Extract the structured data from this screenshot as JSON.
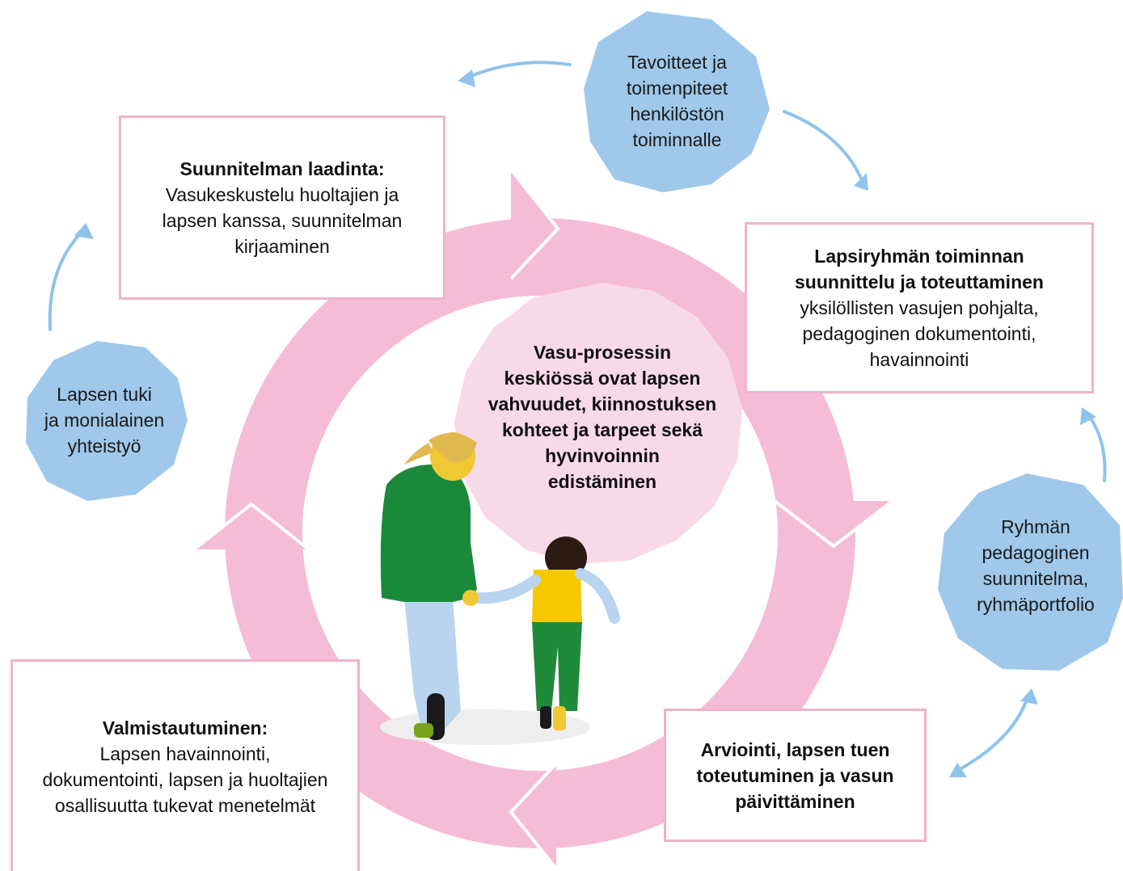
{
  "boxes": {
    "suunnitelma": {
      "title": "Suunnitelman laadinta:",
      "lines": [
        "Vasukeskustelu huoltajien ja",
        "lapsen kanssa, suunnitelman",
        "kirjaaminen"
      ]
    },
    "lapsiryhma": {
      "title_lines": [
        "Lapsiryhmän toiminnan",
        "suunnittelu ja toteuttaminen"
      ],
      "lines": [
        "yksilöllisten vasujen pohjalta,",
        "pedagoginen dokumentointi,",
        "havainnointi"
      ]
    },
    "arviointi": {
      "title_lines": [
        "Arviointi, lapsen tuen",
        "toteutuminen ja vasun",
        "päivittäminen"
      ]
    },
    "valmistautuminen": {
      "title": "Valmistautuminen:",
      "lines": [
        "Lapsen havainnointi,",
        "dokumentointi, lapsen ja huoltajien",
        "osallisuutta tukevat menetelmät"
      ]
    }
  },
  "blobs": {
    "tavoitteet": [
      "Tavoitteet ja",
      "toimenpiteet",
      "henkilöstön",
      "toiminnalle"
    ],
    "lapsen_tuki": [
      "Lapsen tuki",
      "ja monialainen",
      "yhteistyö"
    ],
    "ryhman": [
      "Ryhmän",
      "pedagoginen",
      "suunnitelma,",
      "ryhmäportfolio"
    ]
  },
  "center": [
    "Vasu-prosessin",
    "keskiössä ovat lapsen",
    "vahvuudet, kiinnostuksen",
    "kohteet ja tarpeet sekä",
    "hyvinvoinnin",
    "edistäminen"
  ],
  "colors": {
    "ring": "#f5bcd6",
    "center": "#f8d9e8",
    "blob": "#9fc8ea",
    "arrow": "#8fc3ea",
    "box_border": "#f0b2cc"
  }
}
